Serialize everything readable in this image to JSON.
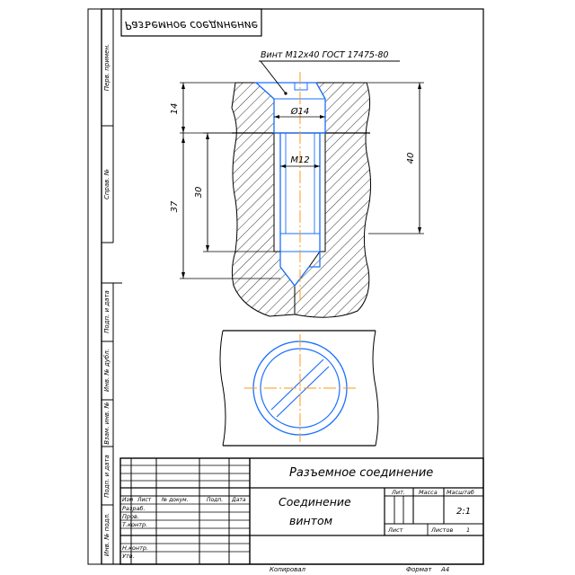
{
  "sheet": {
    "mirrored_title": "Разъемное соединение",
    "format_label": "Формат",
    "format_value": "А4",
    "copied_label": "Копировал"
  },
  "side_stamp": {
    "perv_primen": "Перв. примен.",
    "sprav_no": "Справ. №",
    "podp_data_1": "Подп. и дата",
    "inv_dubl": "Инв. № дубл.",
    "vzam_inv": "Взам. инв. №",
    "podp_data_2": "Подп. и дата",
    "inv_podl": "Инв. № подл."
  },
  "drawing": {
    "callout": "Винт М12х40 ГОСТ 17475-80",
    "dim_14_vertical": "14",
    "dim_diam_14": "Ø14",
    "dim_m12": "М12",
    "dim_37": "37",
    "dim_30": "30",
    "dim_40": "40"
  },
  "title_block": {
    "doc_title": "Разъемное соединение",
    "name_line1": "Соединение",
    "name_line2": "винтом",
    "headers": {
      "izm": "Изм",
      "list": "Лист",
      "doc_no": "№ докум.",
      "podp": "Подп.",
      "data": "Дата"
    },
    "roles": {
      "razrab": "Разраб.",
      "prov": "Пров.",
      "t_kontr": "Т.контр.",
      "n_kontr": "Н.контр.",
      "utv": "Утв."
    },
    "lit_label": "Лит.",
    "massa_label": "Масса",
    "masshtab_label": "Масштаб",
    "masshtab_value": "2:1",
    "list_label": "Лист",
    "listov_label": "Листов",
    "listov_value": "1"
  },
  "colors": {
    "line": "#000000",
    "screw": "#1a6fff",
    "center_line": "#ff9a1a"
  }
}
